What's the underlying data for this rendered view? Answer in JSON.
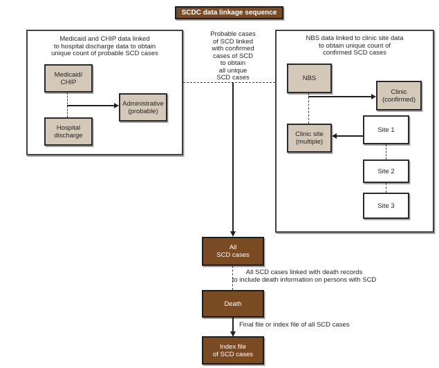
{
  "title": "SCDC data linkage sequence",
  "colors": {
    "dark_brown": "#7a4a23",
    "tan_fill": "#d4c8b8",
    "box_border": "#2a2a2a",
    "panel_border": "#404040",
    "text": "#231f20",
    "title_text": "#ffffff"
  },
  "left_panel": {
    "header": "Medicaid and CHIP data linked\nto hospital discharge data to obtain\nunique count of probable SCD cases",
    "medicaid_chip": "Medicaid/\nCHIP",
    "hospital_discharge": "Hospital\ndischarge",
    "administrative": "Administrative\n(probable)"
  },
  "middle": {
    "link_note": "Probable cases\nof SCD linked\nwith confirmed\ncases of SCD\nto obtain\nall unique\nSCD cases"
  },
  "right_panel": {
    "header": "NBS data linked to clinic site data\nto obtain unique count of\nconfirmed SCD cases",
    "nbs": "NBS",
    "clinic_confirmed": "Clinic\n(confirmed)",
    "clinic_site": "Clinic site\n(multiple)",
    "site1": "Site 1",
    "site2": "Site 2",
    "site3": "Site 3"
  },
  "flow": {
    "all_scd_cases": "All\nSCD cases",
    "death_link_note": "All SCD cases linked with death records\nto include death information on persons with SCD",
    "death": "Death",
    "final_note": "Final file or index file of all SCD cases",
    "index_file": "Index file\nof SCD cases"
  }
}
